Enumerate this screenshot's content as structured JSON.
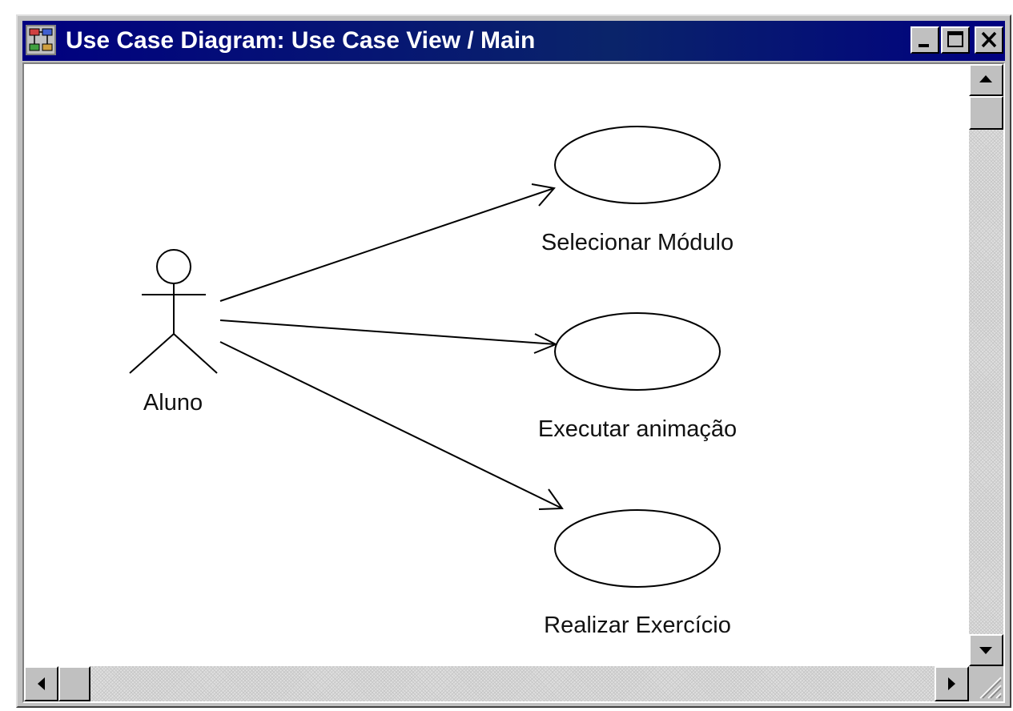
{
  "window": {
    "title": "Use Case Diagram: Use Case View / Main",
    "icon": "diagram-window-icon",
    "controls": [
      "minimize-icon",
      "maximize-icon",
      "close-icon"
    ]
  },
  "diagram": {
    "actor": {
      "name": "Aluno",
      "icon": "stick-figure-actor"
    },
    "use_cases": [
      {
        "name": "Selecionar Módulo"
      },
      {
        "name": "Executar animação"
      },
      {
        "name": "Realizar Exercício"
      }
    ],
    "associations": [
      {
        "from": "Aluno",
        "to": "Selecionar Módulo",
        "arrow": "open-arrowhead"
      },
      {
        "from": "Aluno",
        "to": "Executar animação",
        "arrow": "open-arrowhead"
      },
      {
        "from": "Aluno",
        "to": "Realizar Exercício",
        "arrow": "open-arrowhead"
      }
    ]
  },
  "scrollbars": {
    "vertical": {
      "up_icon": "arrow-up-icon",
      "down_icon": "arrow-down-icon"
    },
    "horizontal": {
      "left_icon": "arrow-left-icon",
      "right_icon": "arrow-right-icon"
    }
  },
  "colors": {
    "titlebar": "#000080",
    "title_text": "#ffffff",
    "window_face": "#c0c0c0",
    "canvas": "#ffffff",
    "ink": "#000000"
  }
}
